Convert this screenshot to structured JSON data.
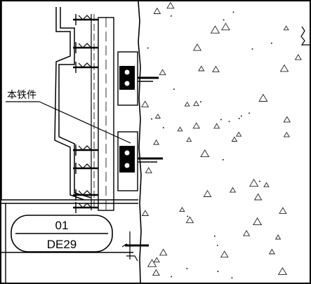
{
  "callout": {
    "text": "本铁件"
  },
  "detail_ref": {
    "number": "01",
    "sheet": "DE29"
  },
  "colors": {
    "ink": "#000000",
    "paper": "#ffffff",
    "concrete_hatch": "#222222"
  }
}
